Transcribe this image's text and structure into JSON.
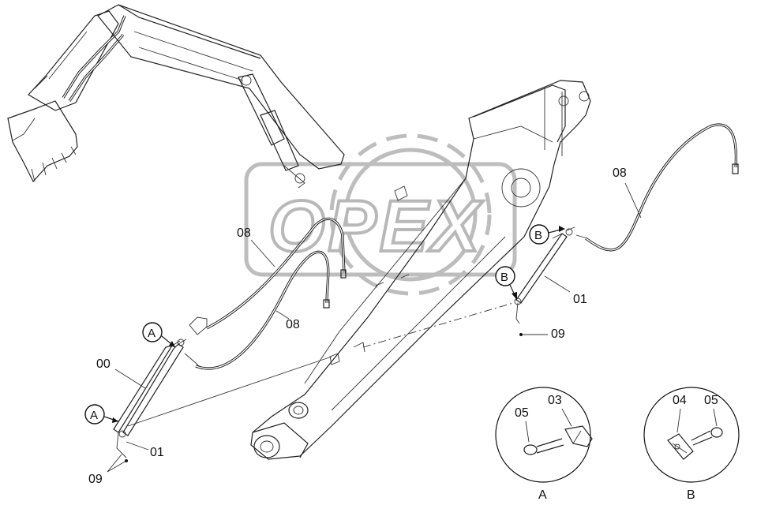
{
  "watermark": {
    "text": "OPEX"
  },
  "part_labels": {
    "lbl_00": "00",
    "lbl_01_left": "01",
    "lbl_01_right": "01",
    "lbl_08_left_top": "08",
    "lbl_08_left_bottom": "08",
    "lbl_08_right": "08",
    "lbl_09_left": "09",
    "lbl_09_right": "09"
  },
  "callouts": {
    "a_upper": "A",
    "a_lower": "A",
    "b_upper": "B",
    "b_lower": "B"
  },
  "detail_a": {
    "caption": "A",
    "lbl_05": "05",
    "lbl_03": "03"
  },
  "detail_b": {
    "caption": "B",
    "lbl_04": "04",
    "lbl_05": "05"
  }
}
